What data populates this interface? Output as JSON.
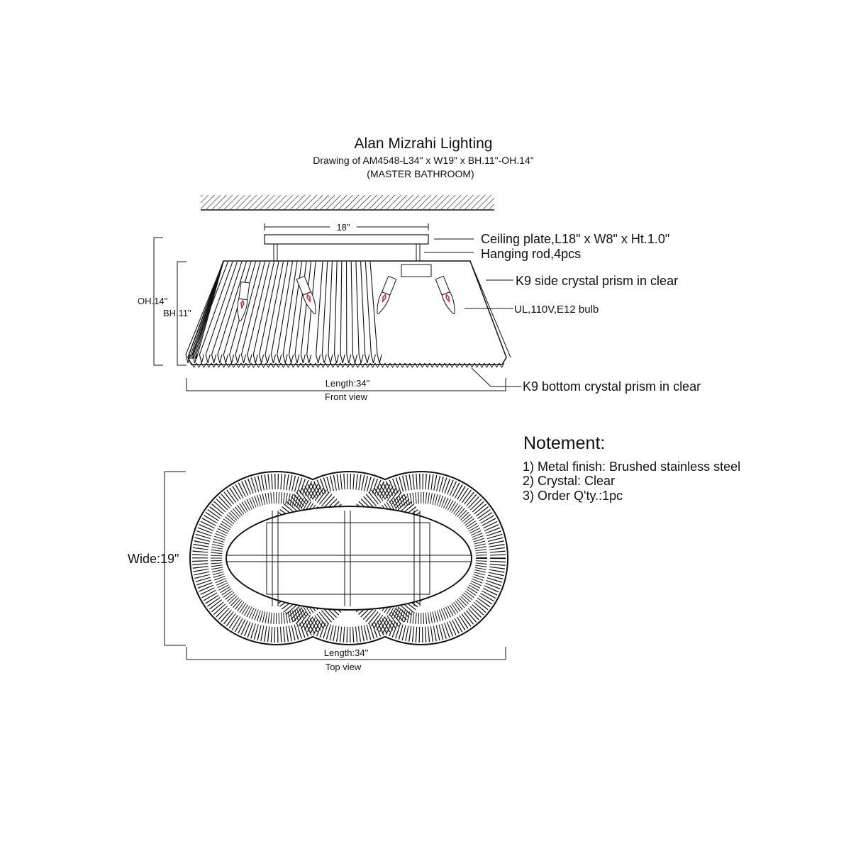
{
  "header": {
    "title": "Alan Mizrahi Lighting",
    "subtitle": "Drawing of AM4548-L34\" x W19\" x BH.11\"-OH.14\"",
    "room": "(MASTER BATHROOM)"
  },
  "front_view": {
    "plate_dim": "18\"",
    "callouts": {
      "ceiling_plate": "Ceiling plate,L18\" x W8\" x Ht.1.0\"",
      "hanging_rod": "Hanging rod,4pcs",
      "side_prism": "K9 side crystal prism in clear",
      "bulb": "UL,110V,E12 bulb",
      "bottom_prism": "K9 bottom crystal prism in clear"
    },
    "oh_label": "OH.14\"",
    "bh_label": "BH.11\"",
    "length_label": "Length:34\"",
    "caption": "Front view",
    "bulb_color": "#e0202a"
  },
  "top_view": {
    "wide_label": "Wide:19\"",
    "length_label": "Length:34\"",
    "caption": "Top view"
  },
  "notes": {
    "heading": "Notement:",
    "items": [
      "1) Metal finish: Brushed stainless steel",
      "2) Crystal: Clear",
      "3) Order Q'ty.:1pc"
    ]
  }
}
